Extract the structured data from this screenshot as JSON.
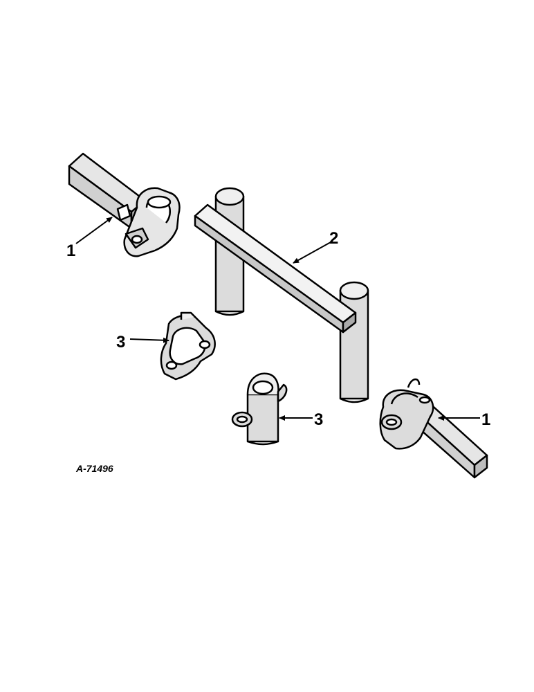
{
  "figure_id": "A-71496",
  "callouts": [
    {
      "id": "c1a",
      "label": "1"
    },
    {
      "id": "c2",
      "label": "2"
    },
    {
      "id": "c3a",
      "label": "3"
    },
    {
      "id": "c3b",
      "label": "3"
    },
    {
      "id": "c1b",
      "label": "1"
    }
  ],
  "colors": {
    "ink": "#000000",
    "paper": "#ffffff",
    "shade": "#dcdcdc",
    "mid": "#bdbdbd"
  }
}
